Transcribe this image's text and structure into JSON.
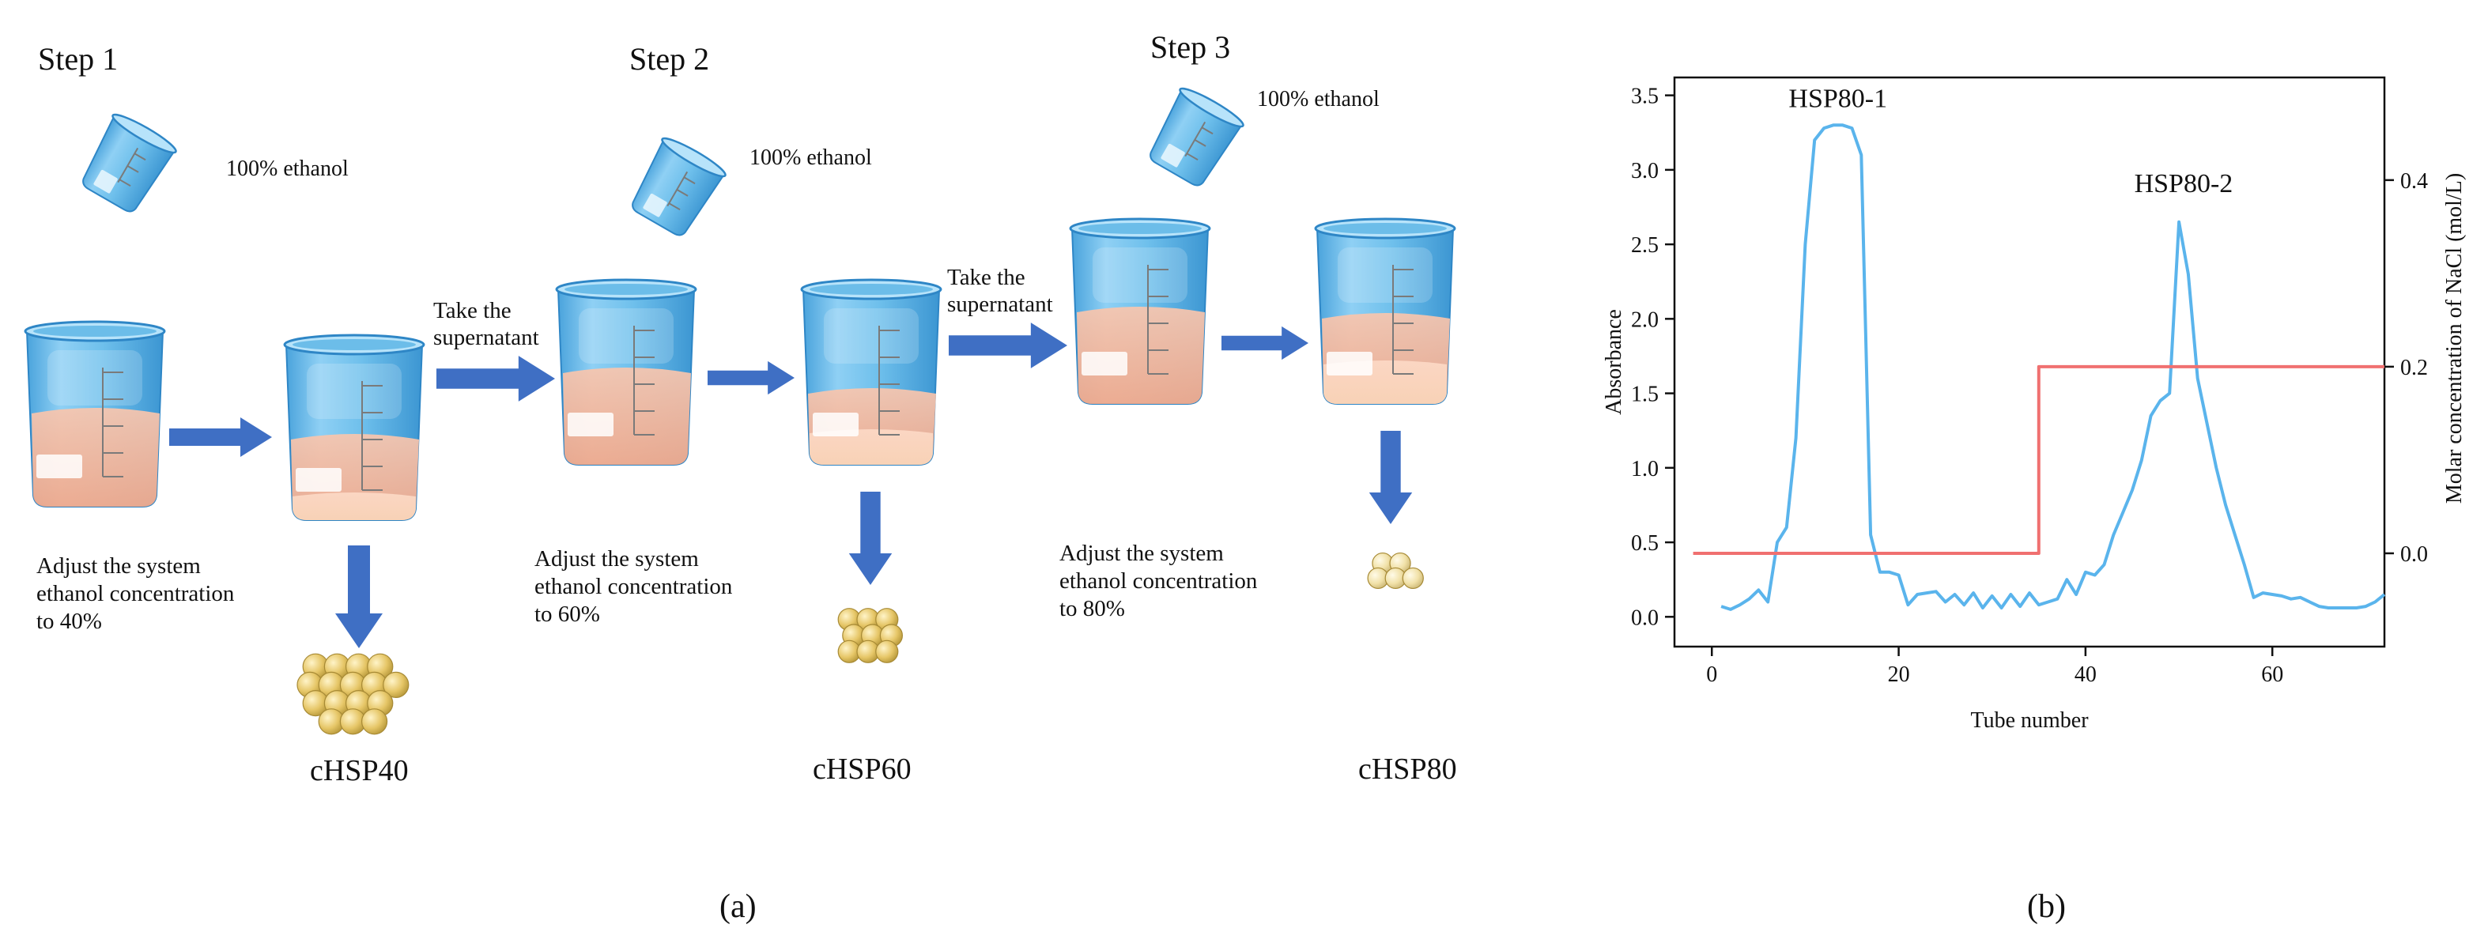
{
  "panel_a": {
    "panel_label": "(a)",
    "steps": [
      {
        "title": "Step 1",
        "ethanol": "100% ethanol",
        "instruction": [
          "Adjust the system",
          "ethanol  concentration",
          "to 40%"
        ],
        "product": "cHSP40"
      },
      {
        "title": "Step 2",
        "ethanol": "100% ethanol",
        "instruction": [
          "Adjust the system",
          "ethanol  concentration",
          "to 60%"
        ],
        "product": "cHSP60"
      },
      {
        "title": "Step 3",
        "ethanol": "100% ethanol",
        "instruction": [
          "Adjust the system",
          "ethanol  concentration",
          "to 80%"
        ],
        "product": "cHSP80"
      }
    ],
    "transfer_label": [
      "Take the",
      "supernatant"
    ],
    "colors": {
      "beaker": "#5fb3e6",
      "liquid": "#f6b9a0",
      "arrow": "#3f6fc4",
      "pellet": "#e9cf7a"
    }
  },
  "panel_b": {
    "panel_label": "(b)",
    "chart_data": {
      "type": "line",
      "xlabel": "Tube number",
      "ylabel": "Absorbance",
      "y2label": "Molar concentration of NaCl (mol/L)",
      "xlim": [
        -4,
        72
      ],
      "ylim": [
        -0.2,
        3.62
      ],
      "y2lim": [
        -0.1,
        0.51
      ],
      "xticks": [
        0,
        20,
        40,
        60
      ],
      "yticks": [
        0.0,
        0.5,
        1.0,
        1.5,
        2.0,
        2.5,
        3.0,
        3.5
      ],
      "y2ticks": [
        0.0,
        0.2,
        0.4
      ],
      "grid": false,
      "series": [
        {
          "axis": "left",
          "color": "#5ab4ec",
          "x": [
            1,
            2,
            3,
            4,
            5,
            6,
            7,
            8,
            9,
            10,
            11,
            12,
            13,
            14,
            15,
            16,
            17,
            18,
            19,
            20,
            21,
            22,
            23,
            24,
            25,
            26,
            27,
            28,
            29,
            30,
            31,
            32,
            33,
            34,
            35,
            36,
            37,
            38,
            39,
            40,
            41,
            42,
            43,
            44,
            45,
            46,
            47,
            48,
            49,
            50,
            51,
            52,
            53,
            54,
            55,
            56,
            57,
            58,
            59,
            60,
            61,
            62,
            63,
            64,
            65,
            66,
            67,
            68,
            69,
            70,
            71,
            72
          ],
          "y": [
            0.07,
            0.05,
            0.08,
            0.12,
            0.18,
            0.1,
            0.5,
            0.6,
            1.2,
            2.5,
            3.2,
            3.28,
            3.3,
            3.3,
            3.28,
            3.1,
            0.55,
            0.3,
            0.3,
            0.28,
            0.08,
            0.15,
            0.16,
            0.17,
            0.1,
            0.15,
            0.08,
            0.16,
            0.06,
            0.14,
            0.06,
            0.15,
            0.07,
            0.16,
            0.08,
            0.1,
            0.12,
            0.25,
            0.15,
            0.3,
            0.28,
            0.35,
            0.55,
            0.7,
            0.85,
            1.05,
            1.35,
            1.45,
            1.5,
            2.65,
            2.3,
            1.6,
            1.3,
            1.0,
            0.75,
            0.55,
            0.35,
            0.13,
            0.16,
            0.15,
            0.14,
            0.12,
            0.13,
            0.1,
            0.07,
            0.06,
            0.06,
            0.06,
            0.06,
            0.07,
            0.1,
            0.15
          ]
        },
        {
          "axis": "right",
          "color": "#f07070",
          "x": [
            -2,
            35,
            35,
            72
          ],
          "y": [
            0.0,
            0.0,
            0.2,
            0.2
          ]
        }
      ],
      "annotations": [
        {
          "text": "HSP80-1",
          "x": 13.5,
          "y": 3.42
        },
        {
          "text": "HSP80-2",
          "x": 50.5,
          "y": 2.85
        }
      ]
    }
  }
}
